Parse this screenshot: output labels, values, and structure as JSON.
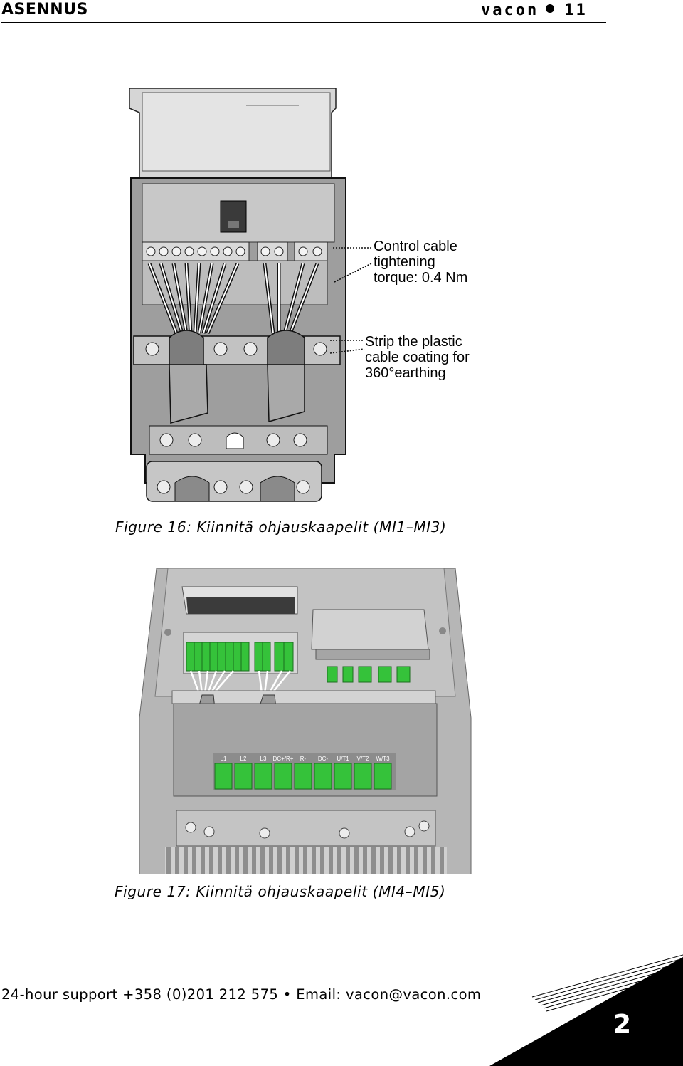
{
  "header": {
    "section": "ASENNUS",
    "brand": "vacon",
    "page": "11"
  },
  "figure16": {
    "callout1": "Control cable\ntightening\ntorque: 0.4 Nm",
    "callout2": "Strip the plastic\ncable coating for\n360°earthing",
    "caption": "Figure 16: Kiinnitä ohjauskaapelit (MI1–MI3)"
  },
  "figure17": {
    "terminal_labels": [
      "L1",
      "L2",
      "L3",
      "DC+/R+",
      "R-",
      "DC-",
      "U/T1",
      "V/T2",
      "W/T3"
    ],
    "caption": "Figure 17: Kiinnitä ohjauskaapelit (MI4–MI5)"
  },
  "footer": {
    "support": "24-hour support +358 (0)201 212 575 • Email: vacon@vacon.com",
    "chapter": "2"
  },
  "colors": {
    "terminal_green": "#35c23a",
    "device_grey": "#b9b9b9"
  }
}
